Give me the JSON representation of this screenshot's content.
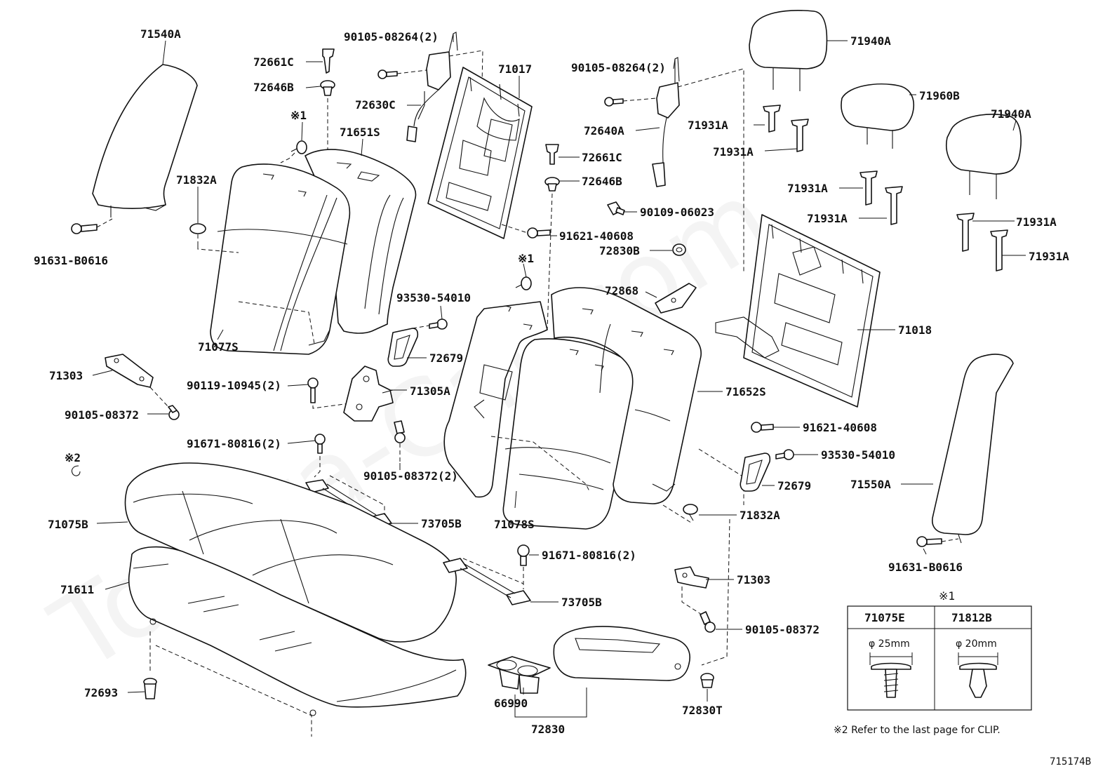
{
  "watermark": "Toyota-Cat.com",
  "labels": {
    "l71540A": "71540A",
    "l91631_1": "91631-B0616",
    "l72661C_1": "72661C",
    "l72646B_1": "72646B",
    "lnote1_a": "※1",
    "l71832A_1": "71832A",
    "l71651S": "71651S",
    "l71077S": "71077S",
    "l90105_264_1": "90105-08264(2)",
    "l72630C": "72630C",
    "l71017": "71017",
    "l72661C_2": "72661C",
    "l72646B_2": "72646B",
    "l90105_264_2": "90105-08264(2)",
    "l72640A": "72640A",
    "l71940A_1": "71940A",
    "l71960B": "71960B",
    "l71940A_2": "71940A",
    "l71931A_1": "71931A",
    "l71931A_2": "71931A",
    "l71931A_3": "71931A",
    "l71931A_4": "71931A",
    "l71931A_5": "71931A",
    "l71931A_6": "71931A",
    "l90109": "90109-06023",
    "l91621_1": "91621-40608",
    "l72830B": "72830B",
    "lnote1_b": "※1",
    "l72868": "72868",
    "l93530_1": "93530-54010",
    "l72679_1": "72679",
    "l71303_1": "71303",
    "l90119": "90119-10945(2)",
    "l71305A": "71305A",
    "l90105_372_1": "90105-08372",
    "l91671_1": "91671-80816(2)",
    "l90105_372_2": "90105-08372(2)",
    "lnote2": "※2",
    "l71075B": "71075B",
    "l73705B_1": "73705B",
    "l71078S": "71078S",
    "l71652S": "71652S",
    "l71018": "71018",
    "l91621_2": "91621-40608",
    "l93530_2": "93530-54010",
    "l72679_2": "72679",
    "l71550A": "71550A",
    "l71832A_2": "71832A",
    "l91631_2": "91631-B0616",
    "l71611": "71611",
    "l91671_2": "91671-80816(2)",
    "l73705B_2": "73705B",
    "l71303_2": "71303",
    "l90105_372_3": "90105-08372",
    "l72693": "72693",
    "l66990": "66990",
    "l72830": "72830",
    "l72830T": "72830T",
    "ldiagram_id": "715174B"
  },
  "legend": {
    "mark": "※1",
    "col1_part": "71075E",
    "col1_dim": "φ 25mm",
    "col2_part": "71812B",
    "col2_dim": "φ 20mm",
    "note": "※2 Refer to the last page for CLIP."
  }
}
